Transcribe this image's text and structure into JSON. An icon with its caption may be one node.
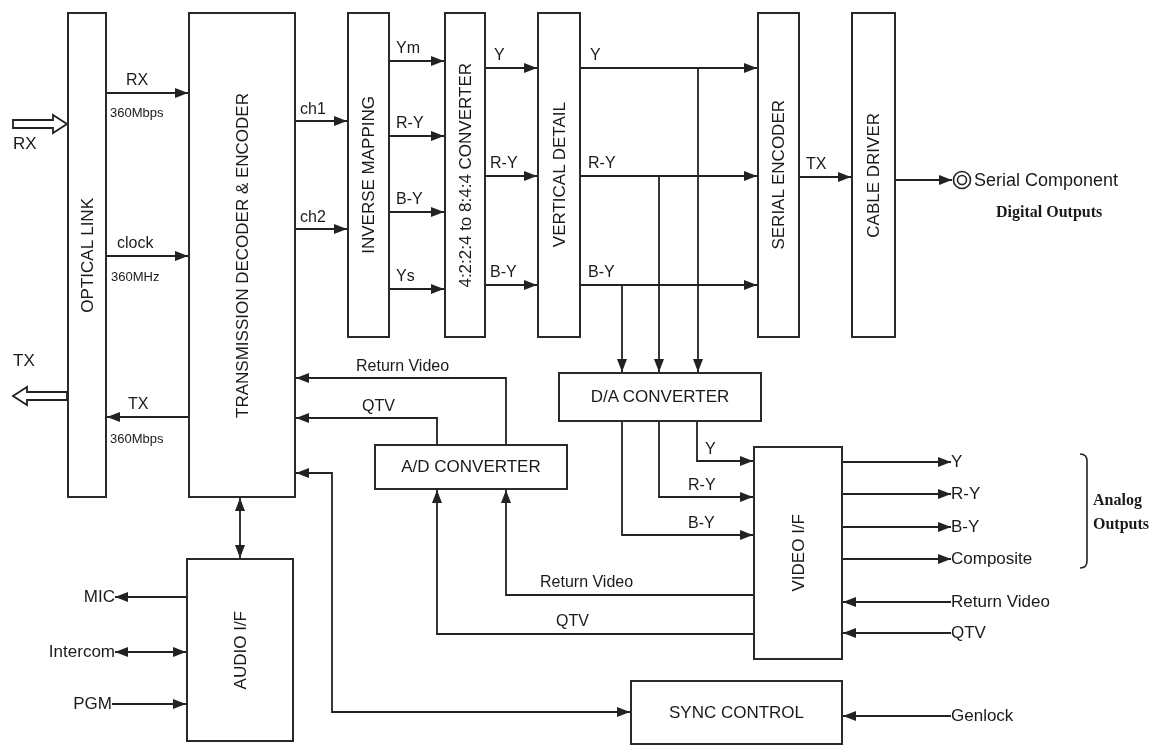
{
  "diagram": {
    "nodes": [
      {
        "text": [
          "OPTICAL LINK"
        ]
      },
      {
        "text": [
          "TRANSMISSION DECODER & ENCODER"
        ]
      },
      {
        "text": [
          "INVERSE MAPPING"
        ]
      },
      {
        "text": [
          "4:2:2:4 to 8:4:4 CONVERTER"
        ]
      },
      {
        "text": [
          "VERTICAL DETAIL"
        ]
      },
      {
        "text": [
          "SERIAL ENCODER"
        ]
      },
      {
        "text": [
          "CABLE DRIVER"
        ]
      },
      {
        "text": [
          "D/A CONVERTER"
        ]
      },
      {
        "text": [
          "A/D CONVERTER"
        ]
      },
      {
        "text": [
          "AUDIO I/F"
        ]
      },
      {
        "text": [
          "VIDEO I/F"
        ]
      },
      {
        "text": [
          "SYNC CONTROL"
        ]
      },
      {
        "text": [
          "RX"
        ]
      },
      {
        "text": [
          "TX"
        ]
      },
      {
        "text": [
          "Serial Component",
          "Digital Outputs"
        ]
      },
      {
        "text": [
          "Y"
        ]
      },
      {
        "text": [
          "R-Y"
        ]
      },
      {
        "text": [
          "B-Y"
        ]
      },
      {
        "text": [
          "Composite"
        ]
      },
      {
        "text": [
          "Return Video"
        ]
      },
      {
        "text": [
          "QTV"
        ]
      },
      {
        "text": [
          "Genlock"
        ]
      },
      {
        "text": [
          "MIC"
        ]
      },
      {
        "text": [
          "Intercom"
        ]
      },
      {
        "text": [
          "PGM"
        ]
      }
    ],
    "edges": [
      {
        "from": 12,
        "to": 0,
        "arrow": "to",
        "style": "thick"
      },
      {
        "from": 0,
        "to": 13,
        "arrow": "to",
        "style": "thick"
      },
      {
        "from": 0,
        "to": 1,
        "arrow": "to",
        "label": "RX"
      },
      {
        "from": 0,
        "to": 1,
        "arrow": "to",
        "label": "clock"
      },
      {
        "from": 1,
        "to": 0,
        "arrow": "to",
        "label": "TX"
      },
      {
        "from": 1,
        "to": 2,
        "arrow": "to",
        "label": "ch1"
      },
      {
        "from": 1,
        "to": 2,
        "arrow": "to",
        "label": "ch2"
      },
      {
        "from": 2,
        "to": 3,
        "arrow": "to",
        "label": "Ym"
      },
      {
        "from": 2,
        "to": 3,
        "arrow": "to",
        "label": "R-Y"
      },
      {
        "from": 2,
        "to": 3,
        "arrow": "to",
        "label": "B-Y"
      },
      {
        "from": 2,
        "to": 3,
        "arrow": "to",
        "label": "Ys"
      },
      {
        "from": 3,
        "to": 4,
        "arrow": "to",
        "label": "Y"
      },
      {
        "from": 3,
        "to": 4,
        "arrow": "to",
        "label": "R-Y"
      },
      {
        "from": 3,
        "to": 4,
        "arrow": "to",
        "label": "B-Y"
      },
      {
        "from": 4,
        "to": 5,
        "arrow": "to",
        "label": "Y"
      },
      {
        "from": 4,
        "to": 5,
        "arrow": "to",
        "label": "R-Y"
      },
      {
        "from": 4,
        "to": 5,
        "arrow": "to",
        "label": "B-Y"
      },
      {
        "from": 4,
        "to": 7,
        "arrow": "to"
      },
      {
        "from": 4,
        "to": 7,
        "arrow": "to"
      },
      {
        "from": 4,
        "to": 7,
        "arrow": "to"
      },
      {
        "from": 5,
        "to": 6,
        "arrow": "to",
        "label": "TX"
      },
      {
        "from": 6,
        "to": 14,
        "arrow": "to"
      },
      {
        "from": 7,
        "to": 10,
        "arrow": "to",
        "label": "Y"
      },
      {
        "from": 7,
        "to": 10,
        "arrow": "to",
        "label": "R-Y"
      },
      {
        "from": 7,
        "to": 10,
        "arrow": "to",
        "label": "B-Y"
      },
      {
        "from": 10,
        "to": 15,
        "arrow": "to"
      },
      {
        "from": 10,
        "to": 16,
        "arrow": "to"
      },
      {
        "from": 10,
        "to": 17,
        "arrow": "to"
      },
      {
        "from": 10,
        "to": 18,
        "arrow": "to"
      },
      {
        "from": 19,
        "to": 10,
        "arrow": "to"
      },
      {
        "from": 20,
        "to": 10,
        "arrow": "to"
      },
      {
        "from": 21,
        "to": 11,
        "arrow": "to"
      },
      {
        "from": 10,
        "to": 8,
        "arrow": "to",
        "label": "Return Video"
      },
      {
        "from": 10,
        "to": 8,
        "arrow": "to",
        "label": "QTV"
      },
      {
        "from": 8,
        "to": 1,
        "arrow": "to",
        "label": "Return Video"
      },
      {
        "from": 8,
        "to": 1,
        "arrow": "to",
        "label": "QTV"
      },
      {
        "from": 1,
        "to": 11,
        "arrow": "both"
      },
      {
        "from": 1,
        "to": 9,
        "arrow": "both"
      },
      {
        "from": 9,
        "to": 22,
        "arrow": "to"
      },
      {
        "from": 23,
        "to": 9,
        "arrow": "both"
      },
      {
        "from": 24,
        "to": 9,
        "arrow": "to"
      }
    ],
    "labels": [
      "360Mbps",
      "360MHz",
      "360Mbps",
      "Analog Outputs"
    ]
  }
}
